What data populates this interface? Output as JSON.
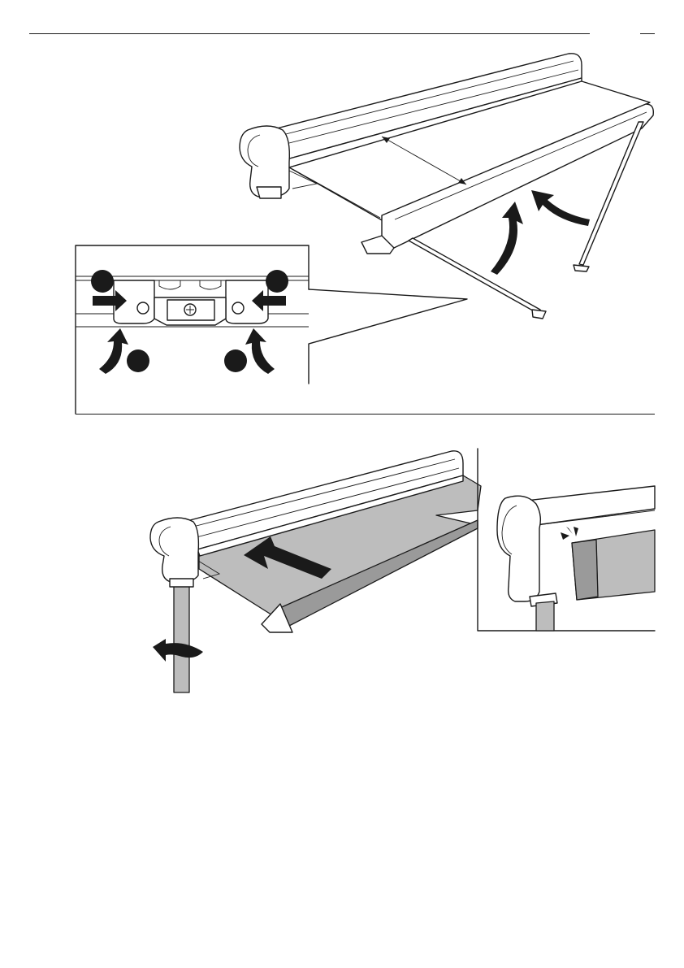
{
  "page": {
    "header_text": "",
    "page_number": ""
  },
  "figures": [
    {
      "name": "awning-extended-with-lift-arrows",
      "icons": [
        "awning-cassette-icon",
        "fabric-panel-icon",
        "front-bar-icon",
        "support-leg-icon",
        "lift-arrow-icon",
        "dimension-arrow-icon"
      ]
    },
    {
      "name": "bracket-detail-inset",
      "icons": [
        "bracket-clip-icon",
        "screw-icon",
        "push-arrow-icon",
        "rotate-arrow-icon",
        "step-bullet-icon"
      ]
    },
    {
      "name": "awning-retracting-with-crank",
      "icons": [
        "awning-cassette-icon",
        "fabric-panel-icon",
        "retract-arrow-icon",
        "crank-rod-icon",
        "rotate-arrow-icon"
      ]
    },
    {
      "name": "closed-end-detail-inset",
      "icons": [
        "end-cap-icon",
        "click-marks-icon",
        "fabric-roll-icon"
      ]
    }
  ],
  "colors": {
    "line": "#1a1a1a",
    "fabric_gray": "#bdbdbd",
    "cassette_fill": "#ffffff",
    "arrow_fill": "#1a1a1a"
  }
}
